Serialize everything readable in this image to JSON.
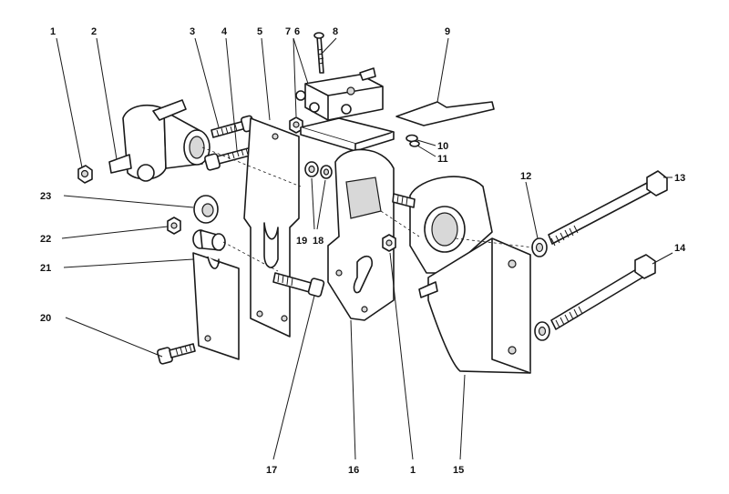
{
  "callouts": [
    {
      "id": "c1a",
      "text": "1"
    },
    {
      "id": "c2",
      "text": "2"
    },
    {
      "id": "c3",
      "text": "3"
    },
    {
      "id": "c4",
      "text": "4"
    },
    {
      "id": "c5",
      "text": "5"
    },
    {
      "id": "c6",
      "text": "6"
    },
    {
      "id": "c7",
      "text": "7"
    },
    {
      "id": "c8",
      "text": "8"
    },
    {
      "id": "c9",
      "text": "9"
    },
    {
      "id": "c10",
      "text": "10"
    },
    {
      "id": "c11",
      "text": "11"
    },
    {
      "id": "c12",
      "text": "12"
    },
    {
      "id": "c13",
      "text": "13"
    },
    {
      "id": "c14",
      "text": "14"
    },
    {
      "id": "c15",
      "text": "15"
    },
    {
      "id": "c16",
      "text": "16"
    },
    {
      "id": "c1b",
      "text": "1"
    },
    {
      "id": "c17",
      "text": "17"
    },
    {
      "id": "c18",
      "text": "18"
    },
    {
      "id": "c19",
      "text": "19"
    },
    {
      "id": "c20",
      "text": "20"
    },
    {
      "id": "c21",
      "text": "21"
    },
    {
      "id": "c22",
      "text": "22"
    },
    {
      "id": "c23",
      "text": "23"
    }
  ]
}
